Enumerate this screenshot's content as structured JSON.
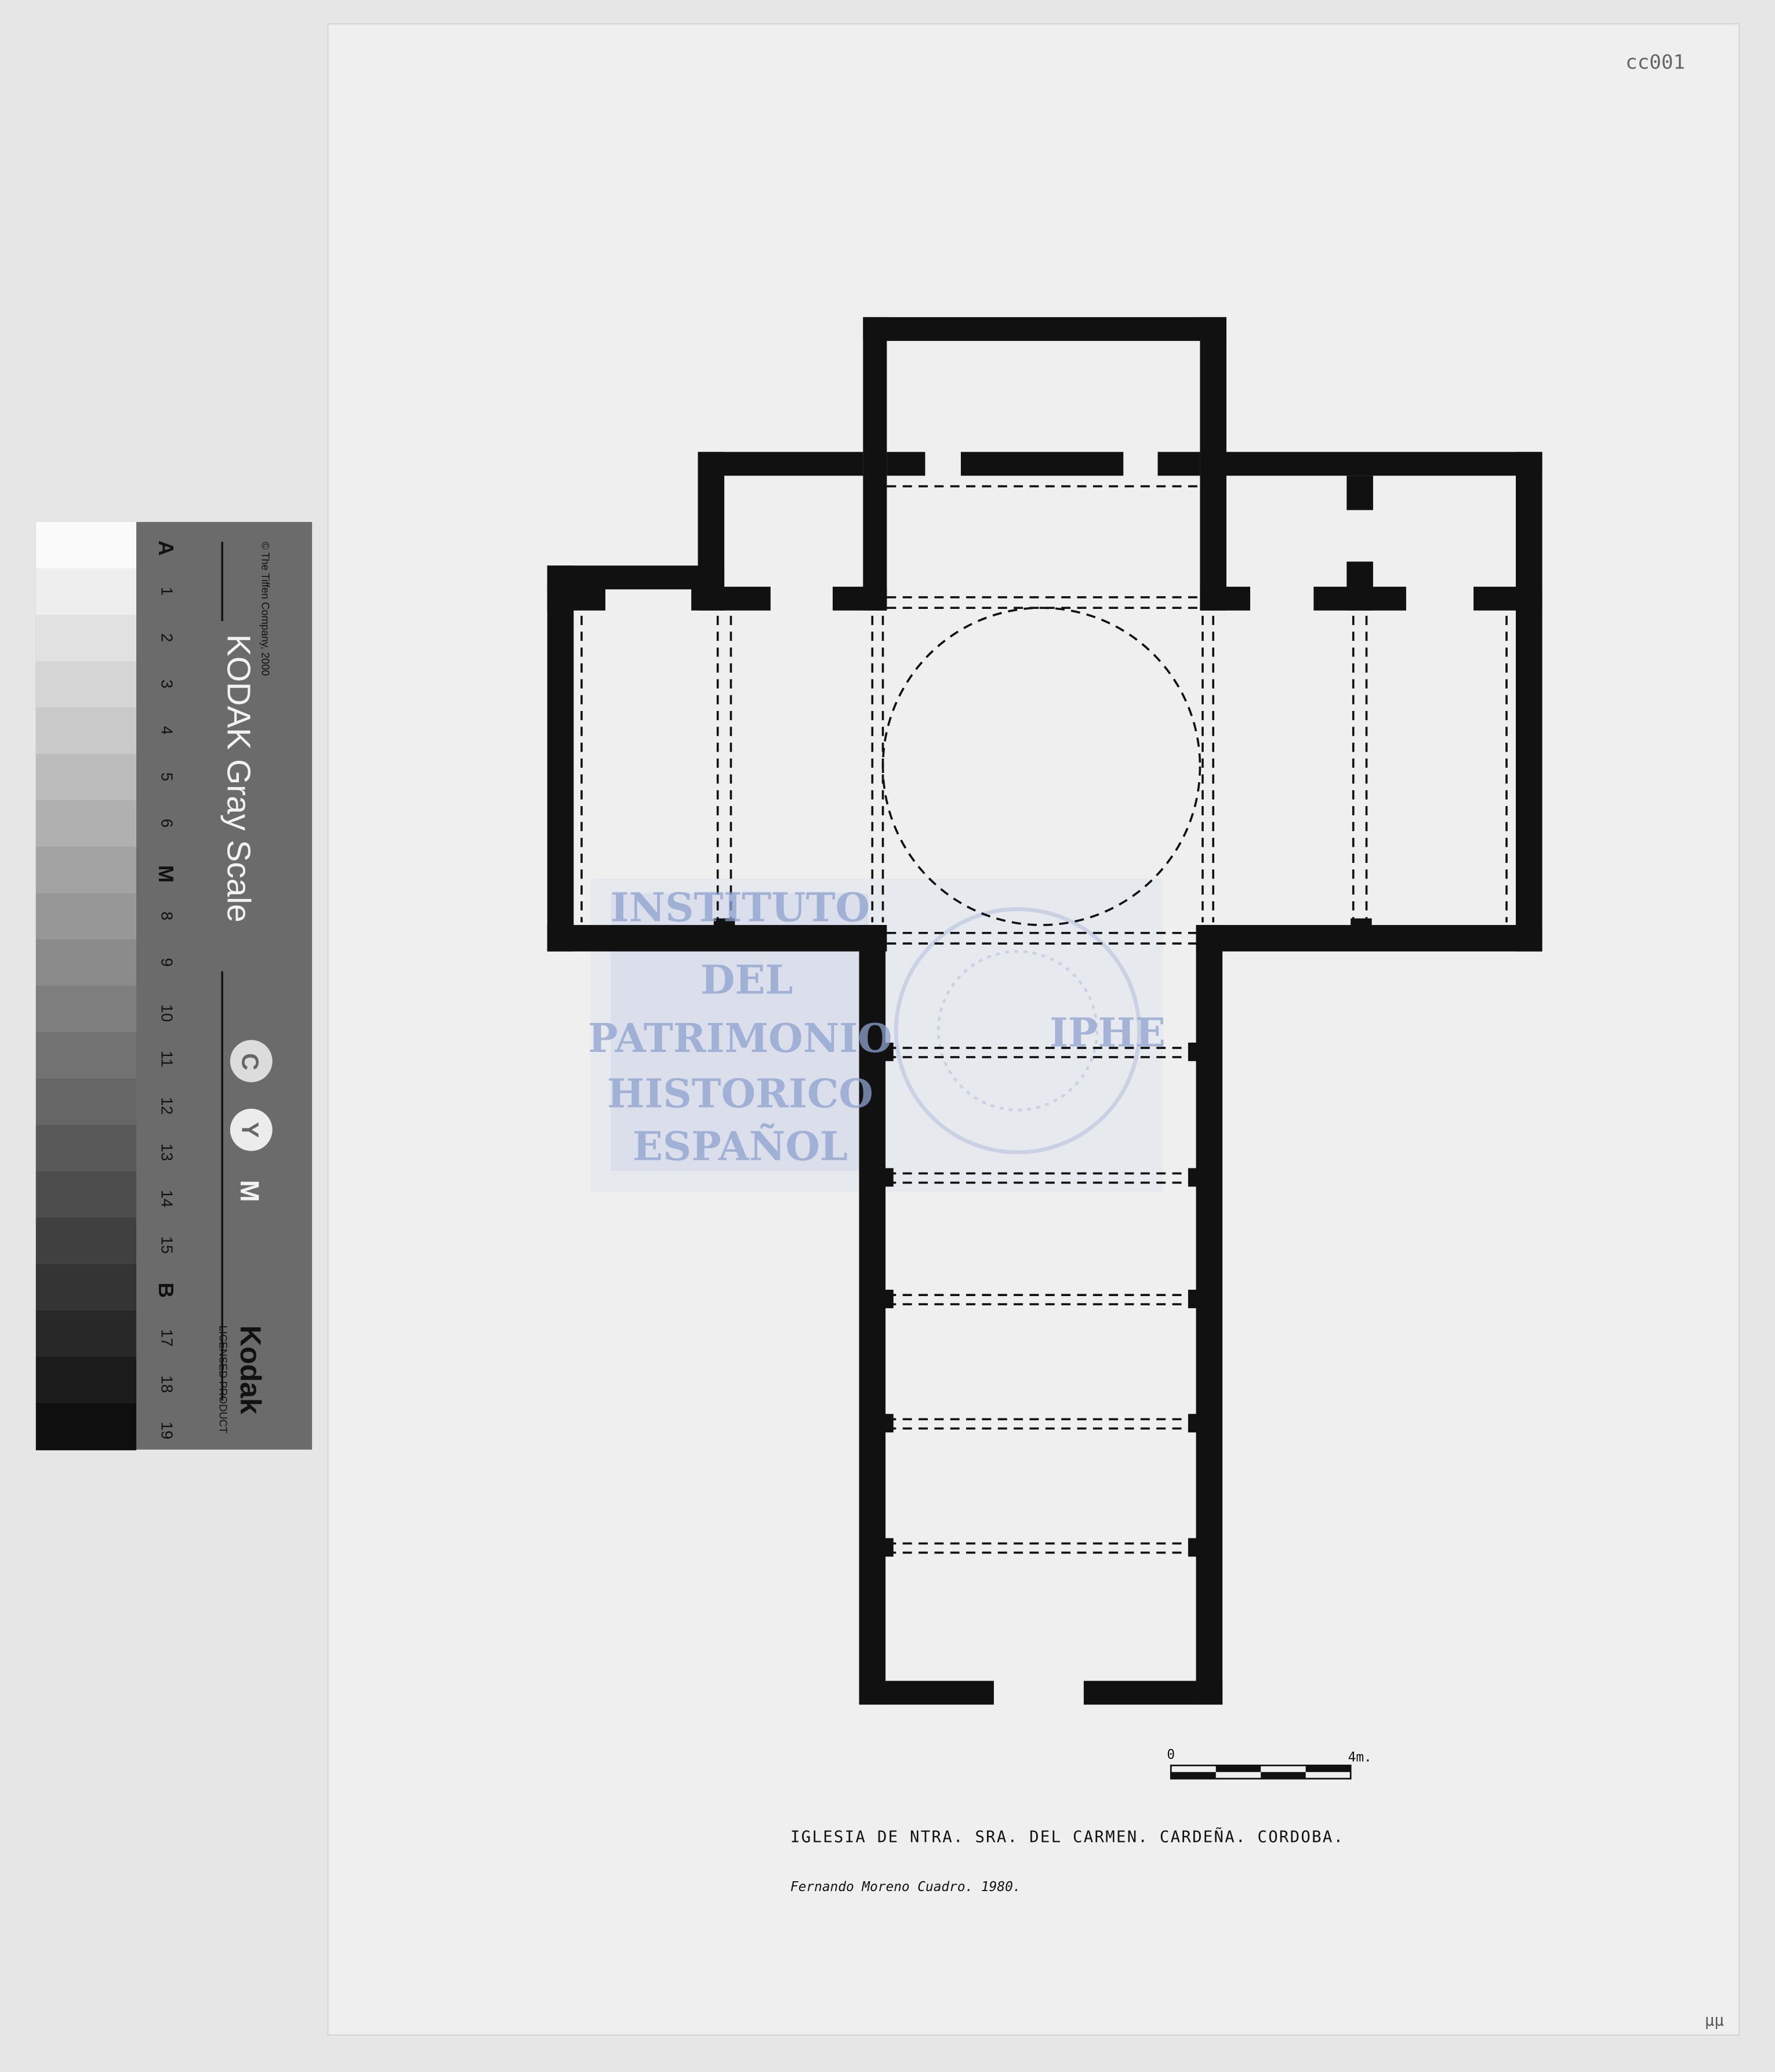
{
  "sheet": {
    "catalog_number": "cc001",
    "corner_mark": "µµ",
    "title": "IGLESIA DE NTRA. SRA. DEL CARMEN. CARDEÑA. CORDOBA.",
    "author": "Fernando Moreno Cuadro. 1980."
  },
  "scale_bar": {
    "start_label": "0",
    "end_label": "4m.",
    "segments": 4
  },
  "watermark": {
    "lines": [
      "INSTITUTO",
      "DEL",
      "PATRIMONIO",
      "HISTORICO",
      "ESPAÑOL"
    ],
    "seal_text": "IPHE"
  },
  "gray_scale_card": {
    "copyright": "© The Tiffen Company, 2000",
    "title": "KODAK Gray Scale",
    "steps": [
      "A",
      "1",
      "2",
      "3",
      "4",
      "5",
      "6",
      "M",
      "8",
      "9",
      "10",
      "11",
      "12",
      "13",
      "14",
      "15",
      "B",
      "17",
      "18",
      "19"
    ],
    "color_marks": [
      "C",
      "Y",
      "M"
    ],
    "brand": "Kodak",
    "license": "LICENSED PRODUCT"
  }
}
